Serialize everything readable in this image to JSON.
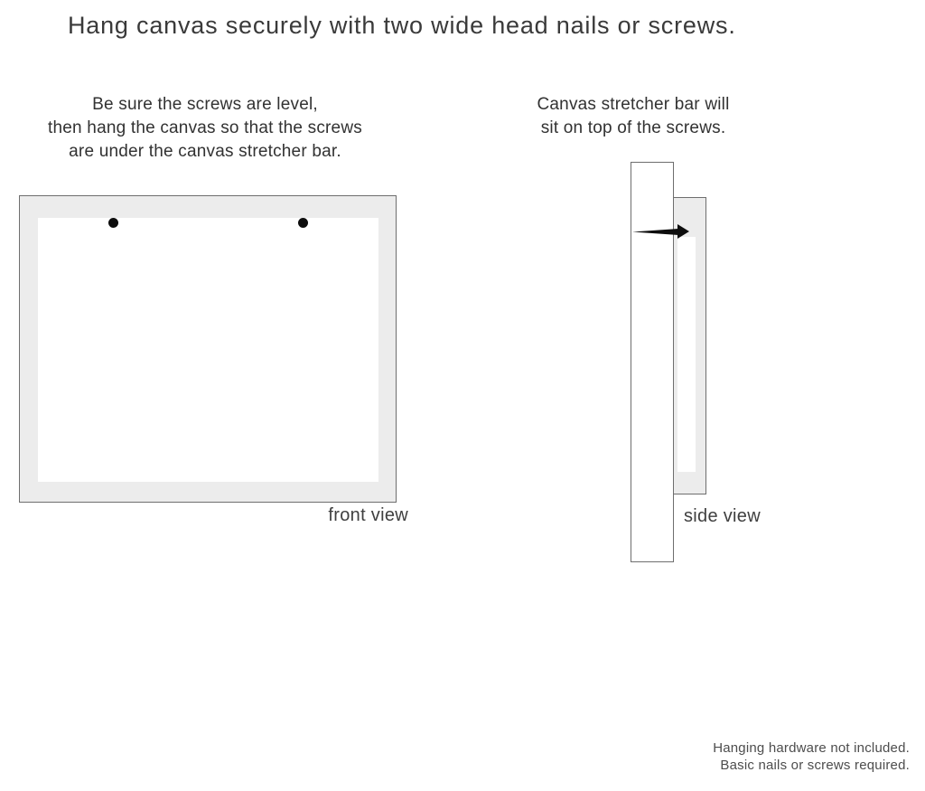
{
  "title": "Hang canvas securely with two wide head nails or screws.",
  "instructions": {
    "left": {
      "lines": [
        "Be sure the screws are level,",
        "then hang the canvas so that the screws",
        "are under the canvas stretcher bar."
      ]
    },
    "right": {
      "lines": [
        "Canvas stretcher bar will",
        "sit on top of the screws."
      ]
    }
  },
  "front_view": {
    "label": "front view",
    "screw_count": 2
  },
  "side_view": {
    "label": "side view"
  },
  "footer": {
    "lines": [
      "Hanging hardware not included.",
      "Basic nails or screws required."
    ]
  },
  "colors": {
    "background": "#ffffff",
    "canvas_fill": "#ececec",
    "outline": "#6e6e6e",
    "nail_black": "#0d0d0d",
    "heading_text": "#3a3a3a",
    "body_text": "#323232",
    "label_text": "#3f3f3f",
    "footer_text": "#4d4d4d"
  }
}
